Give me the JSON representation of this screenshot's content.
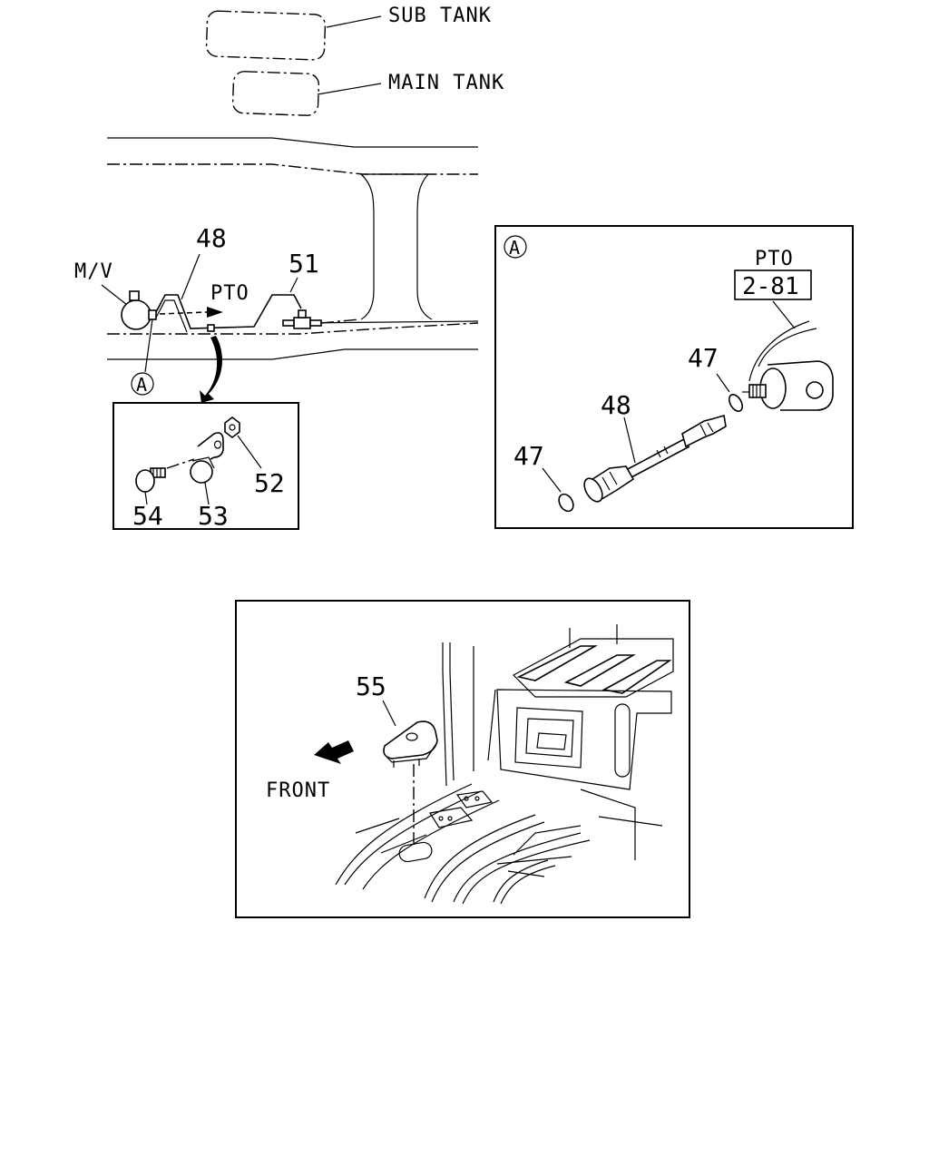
{
  "labels": {
    "sub_tank": "SUB TANK",
    "main_tank": "MAIN TANK",
    "mv": "M/V",
    "pto": "PTO",
    "circle_a": "A",
    "detail_pto": "PTO",
    "ref_page": "2-81",
    "front": "FRONT"
  },
  "parts": {
    "p48_main": "48",
    "p51": "51",
    "p52": "52",
    "p53": "53",
    "p54": "54",
    "p47_upper": "47",
    "p48_detail": "48",
    "p47_lower": "47",
    "p55": "55"
  }
}
